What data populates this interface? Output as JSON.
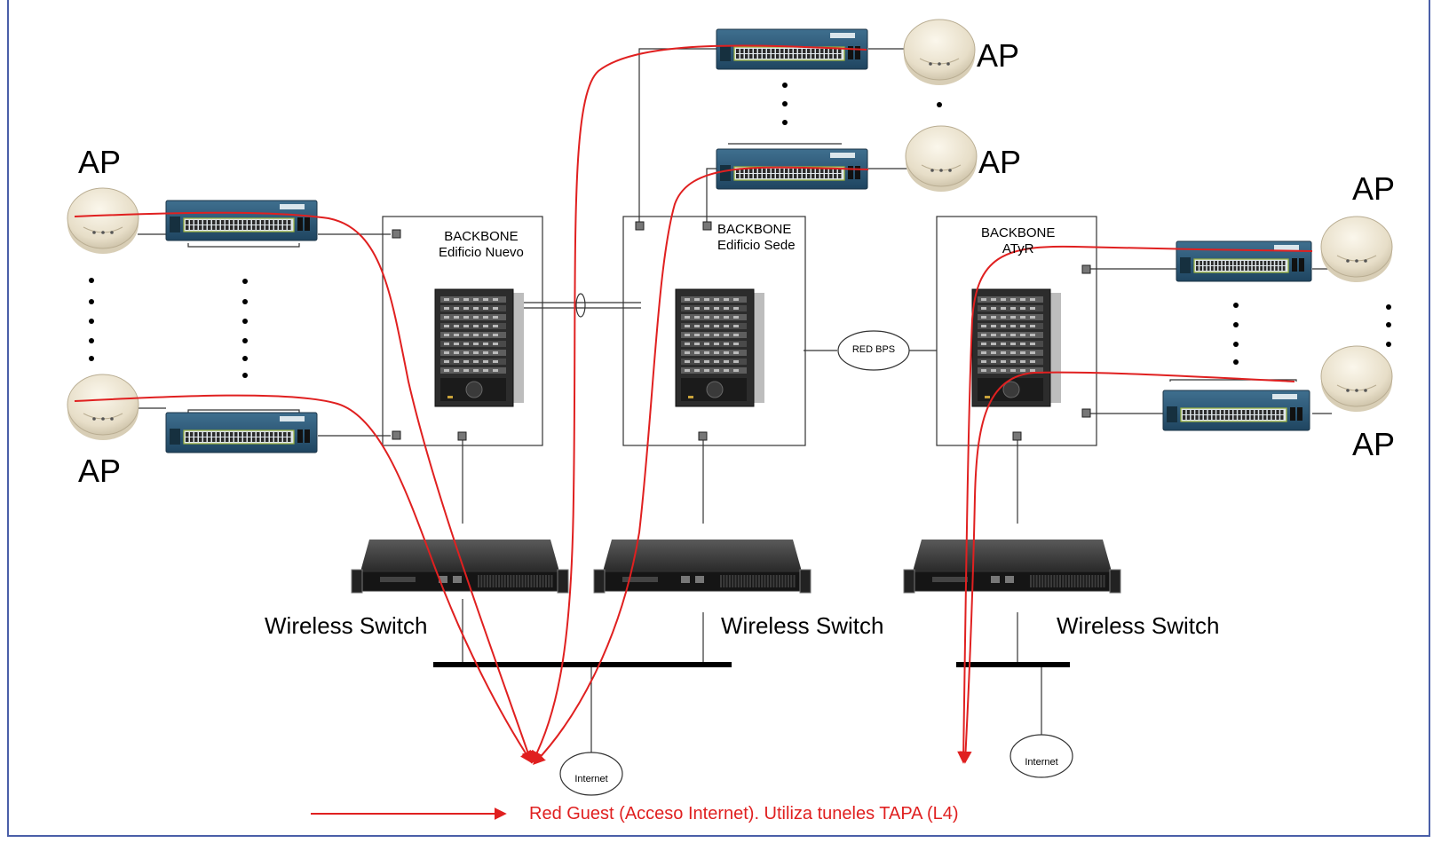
{
  "labels": {
    "ap": "AP",
    "wireless_switch": "Wireless Switch",
    "red_bps": "RED BPS",
    "internet": "Internet"
  },
  "backbones": [
    {
      "title": "BACKBONE",
      "subtitle": "Edificio Nuevo"
    },
    {
      "title": "BACKBONE",
      "subtitle": "Edificio Sede"
    },
    {
      "title": "BACKBONE",
      "subtitle": "ATyR"
    }
  ],
  "legend": {
    "text": "Red Guest (Acceso Internet). Utiliza tuneles TAPA (L4)"
  },
  "colors": {
    "tunnel": "#e02020",
    "frame": "#4a5fa8",
    "switch": "#2f5a78",
    "ap": "#e7dec8"
  },
  "icons": [
    "access-point-icon",
    "access-switch-icon",
    "core-chassis-icon",
    "wireless-switch-icon",
    "cloud-icon"
  ]
}
